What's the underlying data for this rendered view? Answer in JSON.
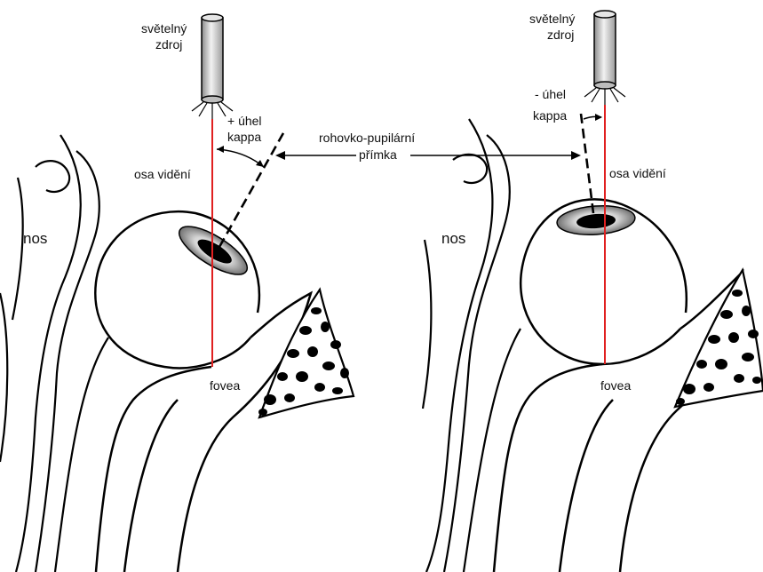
{
  "left_panel": {
    "light_source_line1": "světelný",
    "light_source_line2": "zdroj",
    "kappa_sign_line": "+ úhel",
    "kappa_word": "kappa",
    "visual_axis": "osa vidění",
    "nose": "nos",
    "fovea": "fovea"
  },
  "right_panel": {
    "light_source_line1": "světelný",
    "light_source_line2": "zdroj",
    "kappa_sign_line": "- úhel",
    "kappa_word": "kappa",
    "visual_axis": "osa vidění",
    "nose": "nos",
    "fovea": "fovea"
  },
  "center": {
    "pupillary_line_1": "rohovko-pupilární",
    "pupillary_line_2": "přímka"
  },
  "colors": {
    "visual_axis": "#e02020",
    "outline": "#000000",
    "iris_gray": "#9a9a9a"
  }
}
